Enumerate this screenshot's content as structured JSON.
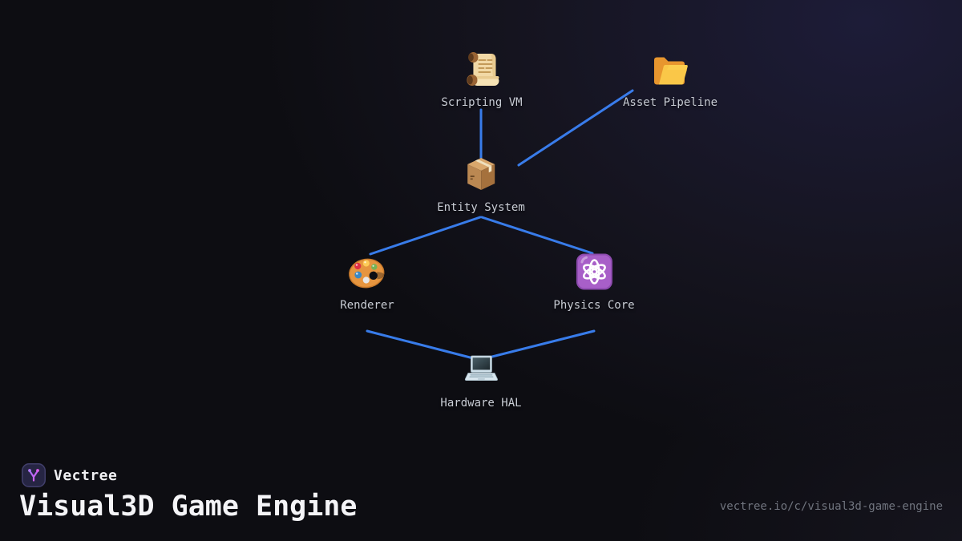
{
  "diagram": {
    "nodes": [
      {
        "id": "scripting-vm",
        "label": "Scripting VM",
        "icon": "scroll-icon"
      },
      {
        "id": "asset-pipeline",
        "label": "Asset Pipeline",
        "icon": "open-folder-icon"
      },
      {
        "id": "entity-system",
        "label": "Entity System",
        "icon": "package-icon"
      },
      {
        "id": "renderer",
        "label": "Renderer",
        "icon": "palette-icon"
      },
      {
        "id": "physics-core",
        "label": "Physics Core",
        "icon": "atom-icon"
      },
      {
        "id": "hardware-hal",
        "label": "Hardware HAL",
        "icon": "laptop-icon"
      }
    ],
    "edges": [
      {
        "from": "scripting-vm",
        "to": "entity-system"
      },
      {
        "from": "asset-pipeline",
        "to": "entity-system"
      },
      {
        "from": "entity-system",
        "to": "renderer"
      },
      {
        "from": "entity-system",
        "to": "physics-core"
      },
      {
        "from": "renderer",
        "to": "hardware-hal"
      },
      {
        "from": "physics-core",
        "to": "hardware-hal"
      }
    ],
    "edge_color": "#3b82f6"
  },
  "footer": {
    "brand_name": "Vectree",
    "title": "Visual3D Game Engine",
    "url": "vectree.io/c/visual3d-game-engine"
  },
  "colors": {
    "background_dark": "#0d0d12",
    "background_glow": "#1d1c38",
    "edge_blue": "#3b82f6",
    "node_label": "#c8ccd4",
    "title_text": "#f4f4f7",
    "url_text": "#70747e",
    "logo_accent_start": "#9f6ef7",
    "logo_accent_end": "#e25ef2"
  }
}
